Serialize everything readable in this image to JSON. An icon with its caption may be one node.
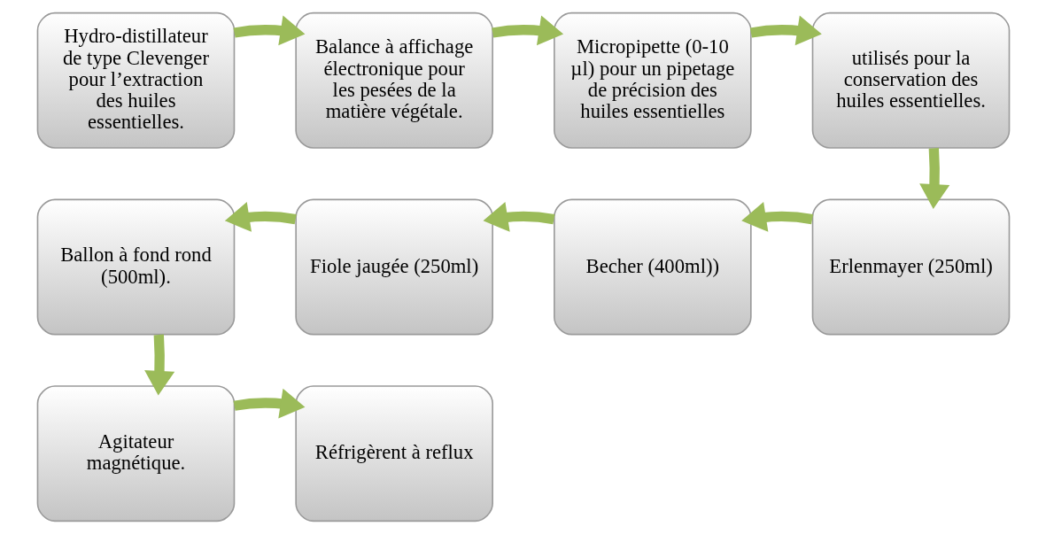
{
  "diagram": {
    "nodes": [
      {
        "text": [
          "Hydro-distillateur de type Clevenger pour l’extraction des huiles essentielles."
        ]
      },
      {
        "text": [
          "Balance à affichage électronique pour les pesées de la matière végétale."
        ]
      },
      {
        "text": [
          "Micropipette (0-10 µl) pour un pipetage de précision des huiles essentielles"
        ]
      },
      {
        "text": [
          "utilisés pour la conservation des huiles essentielles."
        ]
      },
      {
        "text": [
          "Erlenmayer (250ml)"
        ]
      },
      {
        "text": [
          "Becher (400ml))"
        ]
      },
      {
        "text": [
          "Fiole jaugée (250ml)"
        ]
      },
      {
        "text": [
          "Ballon à fond rond (500ml)."
        ]
      },
      {
        "text": [
          "Agitateur magnétique."
        ]
      },
      {
        "text": [
          "Réfrigèrent à reflux"
        ]
      }
    ],
    "edges": [
      {
        "from": 0,
        "to": 1,
        "arrow": "to"
      },
      {
        "from": 1,
        "to": 2,
        "arrow": "to"
      },
      {
        "from": 2,
        "to": 3,
        "arrow": "to"
      },
      {
        "from": 3,
        "to": 4,
        "arrow": "to"
      },
      {
        "from": 4,
        "to": 5,
        "arrow": "to"
      },
      {
        "from": 5,
        "to": 6,
        "arrow": "to"
      },
      {
        "from": 6,
        "to": 7,
        "arrow": "to"
      },
      {
        "from": 7,
        "to": 8,
        "arrow": "to"
      },
      {
        "from": 8,
        "to": 9,
        "arrow": "to"
      }
    ]
  }
}
